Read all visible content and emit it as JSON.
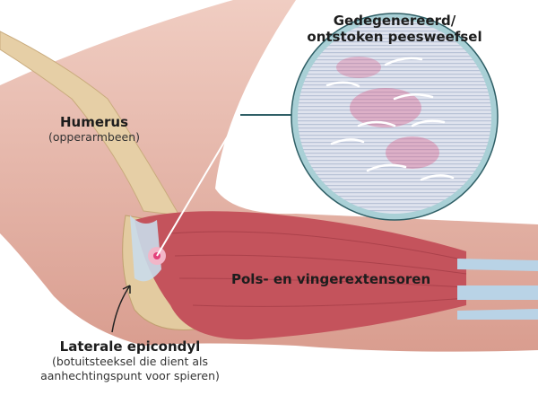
{
  "labels": {
    "tissue_title_line1": "Gedegenereerd/",
    "tissue_title_line2": "ontstoken peesweefsel",
    "humerus": "Humerus",
    "humerus_sub": "(opperarmbeen)",
    "extensors": "Pols- en vingerextensoren",
    "epicondyle": "Laterale epicondyl",
    "epicondyle_sub_line1": "(botuitsteeksel die dient als",
    "epicondyle_sub_line2": "aanhechtingspunt voor spieren)"
  },
  "colors": {
    "skin": "#e9bdb0",
    "bone": "#e6cfa6",
    "muscle": "#c4535c",
    "tendon": "#b9d3e6",
    "lens_ring": "#a9d0d6",
    "leader": "#2f5f66"
  }
}
